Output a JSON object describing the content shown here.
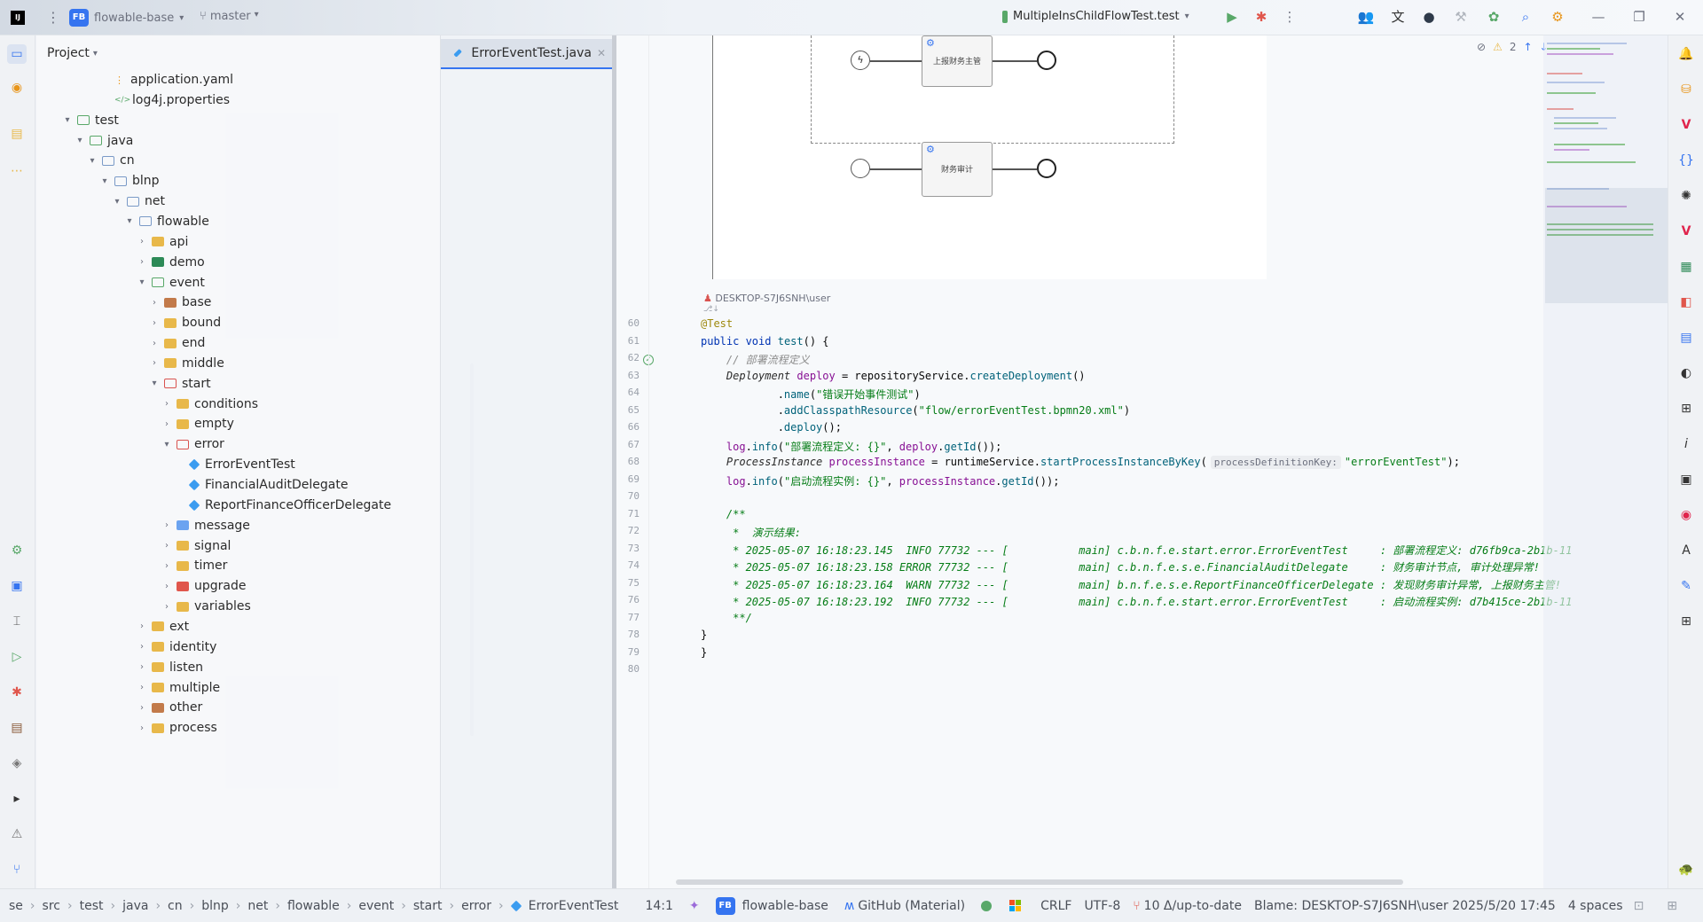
{
  "titlebar": {
    "project_badge": "FB",
    "project_name": "flowable-base",
    "branch": "master",
    "run_config": "MultipleInsChildFlowTest.test"
  },
  "project_panel": {
    "title": "Project",
    "tree": [
      {
        "label": "application.yaml",
        "indent": 5,
        "icon": "yaml",
        "chevron": ""
      },
      {
        "label": "log4j.properties",
        "indent": 5,
        "icon": "props",
        "chevron": ""
      },
      {
        "label": "test",
        "indent": 2,
        "icon": "outline-green",
        "chevron": "open"
      },
      {
        "label": "java",
        "indent": 3,
        "icon": "outline-green",
        "chevron": "open"
      },
      {
        "label": "cn",
        "indent": 4,
        "icon": "outline",
        "chevron": "open"
      },
      {
        "label": "blnp",
        "indent": 5,
        "icon": "outline",
        "chevron": "open"
      },
      {
        "label": "net",
        "indent": 6,
        "icon": "outline",
        "chevron": "open"
      },
      {
        "label": "flowable",
        "indent": 7,
        "icon": "outline",
        "chevron": "open"
      },
      {
        "label": "api",
        "indent": 8,
        "icon": "yellow",
        "chevron": "closed"
      },
      {
        "label": "demo",
        "indent": 8,
        "icon": "green",
        "chevron": "closed"
      },
      {
        "label": "event",
        "indent": 8,
        "icon": "outline-green",
        "chevron": "open"
      },
      {
        "label": "base",
        "indent": 9,
        "icon": "brown",
        "chevron": "closed"
      },
      {
        "label": "bound",
        "indent": 9,
        "icon": "yellow",
        "chevron": "closed"
      },
      {
        "label": "end",
        "indent": 9,
        "icon": "yellow",
        "chevron": "closed"
      },
      {
        "label": "middle",
        "indent": 9,
        "icon": "yellow",
        "chevron": "closed"
      },
      {
        "label": "start",
        "indent": 9,
        "icon": "outline-red",
        "chevron": "open"
      },
      {
        "label": "conditions",
        "indent": 10,
        "icon": "yellow",
        "chevron": "closed"
      },
      {
        "label": "empty",
        "indent": 10,
        "icon": "yellow",
        "chevron": "closed"
      },
      {
        "label": "error",
        "indent": 10,
        "icon": "outline-red",
        "chevron": "open"
      },
      {
        "label": "ErrorEventTest",
        "indent": 11,
        "icon": "class",
        "chevron": ""
      },
      {
        "label": "FinancialAuditDelegate",
        "indent": 11,
        "icon": "class",
        "chevron": ""
      },
      {
        "label": "ReportFinanceOfficerDelegate",
        "indent": 11,
        "icon": "class",
        "chevron": ""
      },
      {
        "label": "message",
        "indent": 10,
        "icon": "blue",
        "chevron": "closed"
      },
      {
        "label": "signal",
        "indent": 10,
        "icon": "yellow",
        "chevron": "closed"
      },
      {
        "label": "timer",
        "indent": 10,
        "icon": "yellow",
        "chevron": "closed"
      },
      {
        "label": "upgrade",
        "indent": 10,
        "icon": "red",
        "chevron": "closed"
      },
      {
        "label": "variables",
        "indent": 10,
        "icon": "yellow",
        "chevron": "closed"
      },
      {
        "label": "ext",
        "indent": 8,
        "icon": "yellow",
        "chevron": "closed"
      },
      {
        "label": "identity",
        "indent": 8,
        "icon": "yellow",
        "chevron": "closed"
      },
      {
        "label": "listen",
        "indent": 8,
        "icon": "yellow",
        "chevron": "closed"
      },
      {
        "label": "multiple",
        "indent": 8,
        "icon": "yellow",
        "chevron": "closed"
      },
      {
        "label": "other",
        "indent": 8,
        "icon": "brown",
        "chevron": "closed"
      },
      {
        "label": "process",
        "indent": 8,
        "icon": "yellow",
        "chevron": "closed"
      }
    ]
  },
  "editor": {
    "tab_label": "ErrorEventTest.java",
    "warning_count": "2",
    "diagram": {
      "task1_label": "上报财务主管",
      "task2_label": "财务审计"
    },
    "author_hint": "DESKTOP-S7J6SNH\\user",
    "lines": [
      {
        "n": "60",
        "html": "<span class=\"ann\">@Test</span>"
      },
      {
        "n": "61",
        "html": "<span class=\"kw\">public void</span> <span class=\"mth\">test</span>() {"
      },
      {
        "n": "62",
        "html": "    <span class=\"cmt\">// 部署流程定义</span>"
      },
      {
        "n": "63",
        "html": "    <span class=\"it\">Deployment</span> <span class=\"fld\">deploy</span> = repositoryService.<span class=\"mth\">createDeployment</span>()"
      },
      {
        "n": "64",
        "html": "            .<span class=\"mth\">name</span>(<span class=\"str\">\"错误开始事件测试\"</span>)"
      },
      {
        "n": "65",
        "html": "            .<span class=\"mth\">addClasspathResource</span>(<span class=\"str\">\"flow/errorEventTest.bpmn20.xml\"</span>)"
      },
      {
        "n": "66",
        "html": "            .<span class=\"mth\">deploy</span>();"
      },
      {
        "n": "67",
        "html": "    <span class=\"fld\">log</span>.<span class=\"mth\">info</span>(<span class=\"str\">\"部署流程定义: {}\"</span>, <span class=\"fld\">deploy</span>.<span class=\"mth\">getId</span>());"
      },
      {
        "n": "68",
        "html": "    <span class=\"it\">ProcessInstance</span> <span class=\"fld\">processInstance</span> = runtimeService.<span class=\"mth\">startProcessInstanceByKey</span>(<span class=\"hint\">processDefinitionKey:</span><span class=\"str\">\"errorEventTest\"</span>);"
      },
      {
        "n": "69",
        "html": "    <span class=\"fld\">log</span>.<span class=\"mth\">info</span>(<span class=\"str\">\"启动流程实例: {}\"</span>, <span class=\"fld\">processInstance</span>.<span class=\"mth\">getId</span>());"
      },
      {
        "n": "70",
        "html": ""
      },
      {
        "n": "71",
        "html": "    <span class=\"doc\">/**</span>"
      },
      {
        "n": "72",
        "html": "    <span class=\"doc\"> *  演示结果:</span>"
      },
      {
        "n": "73",
        "html": "    <span class=\"doc\"> * 2025-05-07 16:18:23.145  INFO 77732 --- [           main] c.b.n.f.e.start.error.ErrorEventTest     : 部署流程定义: d76fb9ca-2b1b-11</span>"
      },
      {
        "n": "74",
        "html": "    <span class=\"doc\"> * 2025-05-07 16:18:23.158 ERROR 77732 --- [           main] c.b.n.f.e.s.e.FinancialAuditDelegate     : 财务审计节点, 审计处理异常!</span>"
      },
      {
        "n": "75",
        "html": "    <span class=\"doc\"> * 2025-05-07 16:18:23.164  WARN 77732 --- [           main] b.n.f.e.s.e.ReportFinanceOfficerDelegate : 发现财务审计异常, 上报财务主管!</span>"
      },
      {
        "n": "76",
        "html": "    <span class=\"doc\"> * 2025-05-07 16:18:23.192  INFO 77732 --- [           main] c.b.n.f.e.start.error.ErrorEventTest     : 启动流程实例: d7b415ce-2b1b-11</span>"
      },
      {
        "n": "77",
        "html": "    <span class=\"doc\"> **/</span>"
      },
      {
        "n": "78",
        "html": "}"
      },
      {
        "n": "79",
        "html": "}"
      },
      {
        "n": "80",
        "html": ""
      }
    ]
  },
  "statusbar": {
    "breadcrumb": [
      "se",
      "src",
      "test",
      "java",
      "cn",
      "blnp",
      "net",
      "flowable",
      "event",
      "start",
      "error",
      "ErrorEventTest"
    ],
    "position": "14:1",
    "project_badge": "FB",
    "project": "flowable-base",
    "theme": "GitHub (Material)",
    "line_ending": "CRLF",
    "encoding": "UTF-8",
    "vcs": "10 Δ/up-to-date",
    "blame": "Blame: DESKTOP-S7J6SNH\\user 2025/5/20 17:45",
    "indent": "4 spaces"
  },
  "colors": {
    "accent": "#3574f0",
    "folder": "#e8b84a"
  }
}
